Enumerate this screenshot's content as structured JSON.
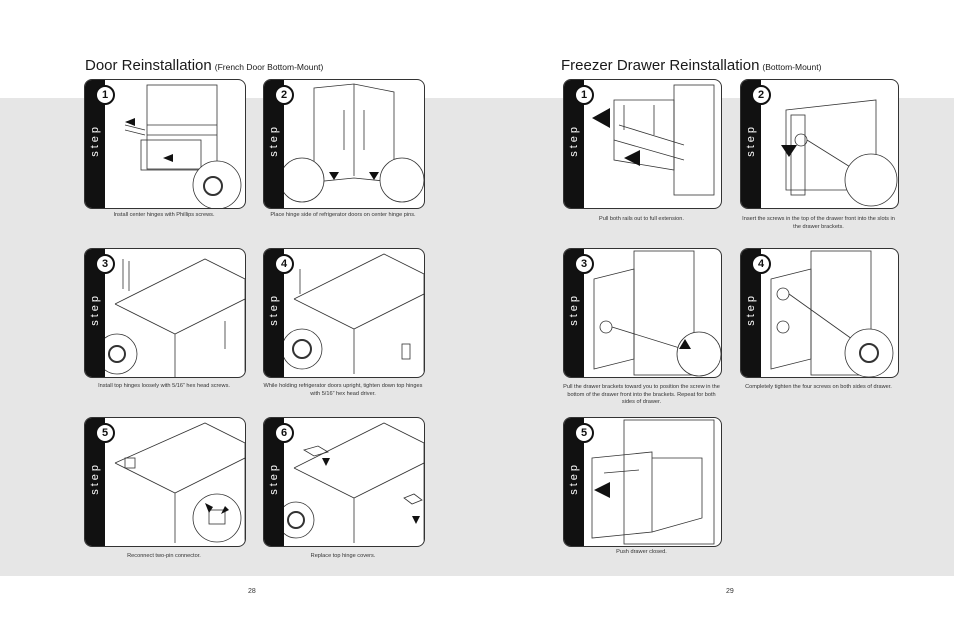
{
  "left": {
    "title": "Door Reinstallation",
    "subtitle": "(French Door Bottom-Mount)",
    "page_number": "28",
    "steps": [
      {
        "number": "1",
        "word": "step",
        "caption": "Install center hinges with Phillips screws."
      },
      {
        "number": "2",
        "word": "step",
        "caption": "Place hinge side of refrigerator doors on center hinge pins."
      },
      {
        "number": "3",
        "word": "step",
        "caption": "Install top hinges loosely with 5/16” hex head screws."
      },
      {
        "number": "4",
        "word": "step",
        "caption": "While holding refrigerator doors upright, tighten down top hinges with 5/16” hex head driver."
      },
      {
        "number": "5",
        "word": "step",
        "caption": "Reconnect two-pin connector."
      },
      {
        "number": "6",
        "word": "step",
        "caption": "Replace top hinge covers."
      }
    ]
  },
  "right": {
    "title": "Freezer Drawer Reinstallation",
    "subtitle": "(Bottom-Mount)",
    "page_number": "29",
    "steps": [
      {
        "number": "1",
        "word": "step",
        "caption": "Pull both rails out to full extension."
      },
      {
        "number": "2",
        "word": "step",
        "caption": "Insert the screws in the top of the drawer front into the slots in the drawer brackets."
      },
      {
        "number": "3",
        "word": "step",
        "caption": "Pull the drawer brackets toward you to position the screw in the bottom of the drawer front into the brackets. Repeat for both sides of drawer."
      },
      {
        "number": "4",
        "word": "step",
        "caption": "Completely tighten the four screws on both sides of drawer."
      },
      {
        "number": "5",
        "word": "step",
        "caption": "Push drawer closed."
      }
    ]
  }
}
